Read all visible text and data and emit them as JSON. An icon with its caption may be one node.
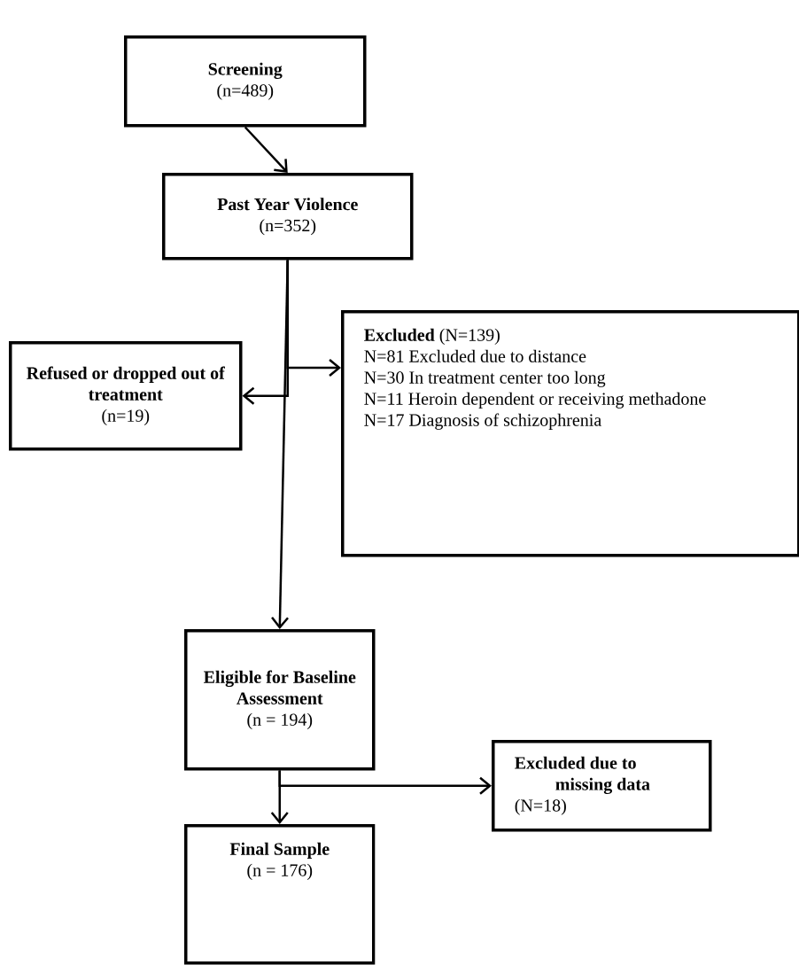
{
  "diagram": {
    "nodes": [
      {
        "text": [
          "Screening",
          "(n=489)"
        ]
      },
      {
        "text": [
          "Past Year Violence",
          "(n=352)"
        ]
      },
      {
        "text": [
          "**Excluded** (N=139)",
          "N=81 Excluded due to distance",
          "N=30 In treatment center too long",
          "N=11 Heroin dependent or receiving methadone",
          "N=17 Diagnosis of schizophrenia"
        ]
      },
      {
        "text": [
          "Refused or dropped out of treatment",
          "(n=19)"
        ]
      },
      {
        "text": [
          "Eligible for Baseline Assessment",
          "(n = 194)"
        ]
      },
      {
        "text": [
          "Excluded due to missing data",
          "(N=18)"
        ]
      },
      {
        "text": [
          "Final Sample",
          "(n = 176)"
        ]
      }
    ],
    "edges": [
      {
        "from": 0,
        "to": 1,
        "arrow": "to"
      },
      {
        "from": 1,
        "to": 3,
        "arrow": "to"
      },
      {
        "from": 1,
        "to": 2,
        "arrow": "to"
      },
      {
        "from": 1,
        "to": 4,
        "arrow": "to"
      },
      {
        "from": 4,
        "to": 5,
        "arrow": "to"
      },
      {
        "from": 4,
        "to": 6,
        "arrow": "to"
      }
    ]
  }
}
